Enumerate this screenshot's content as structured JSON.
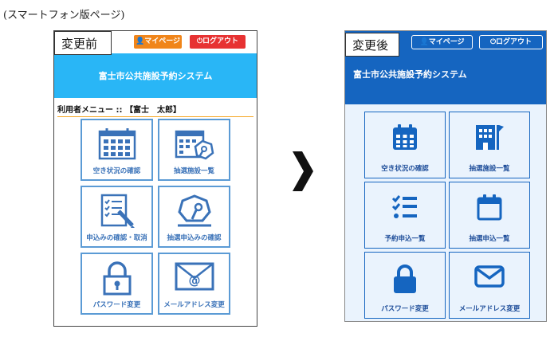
{
  "caption": "(スマートフォン版ページ)",
  "before": {
    "label": "変更前",
    "mypage_label": "👤マイページ",
    "logout_label": "⏻ログアウト",
    "title": "富士市公共施設予約システム",
    "user_menu": "利用者メニュー :: 【富士　太郎】",
    "tiles": [
      {
        "label": "空き状況の確認",
        "icon": "calendar-icon"
      },
      {
        "label": "抽選施設一覧",
        "icon": "calendar-lottery-icon"
      },
      {
        "label": "申込みの確認・取消",
        "icon": "checklist-pencil-icon"
      },
      {
        "label": "抽選申込みの確認",
        "icon": "lottery-icon"
      },
      {
        "label": "パスワード変更",
        "icon": "lock-icon"
      },
      {
        "label": "メールアドレス変更",
        "icon": "mail-icon"
      }
    ]
  },
  "after": {
    "label": "変更後",
    "mypage_label": "👤マイページ",
    "logout_label": "⏻ログアウト",
    "title": "富士市公共施設予約システム",
    "tiles": [
      {
        "label": "空き状況の確認",
        "icon": "calendar-icon"
      },
      {
        "label": "抽選施設一覧",
        "icon": "building-flag-icon"
      },
      {
        "label": "予約申込一覧",
        "icon": "checklist-icon"
      },
      {
        "label": "抽選申込一覧",
        "icon": "calendar-blank-icon"
      },
      {
        "label": "パスワード変更",
        "icon": "lock-icon"
      },
      {
        "label": "メールアドレス変更",
        "icon": "mail-icon"
      }
    ]
  },
  "colors": {
    "before_header": "#29b6f6",
    "before_tile_border": "#5b9bd5",
    "before_mypage": "#f0851a",
    "before_logout": "#e73232",
    "after_header": "#1565c0",
    "after_bg": "#eaf3fd"
  }
}
